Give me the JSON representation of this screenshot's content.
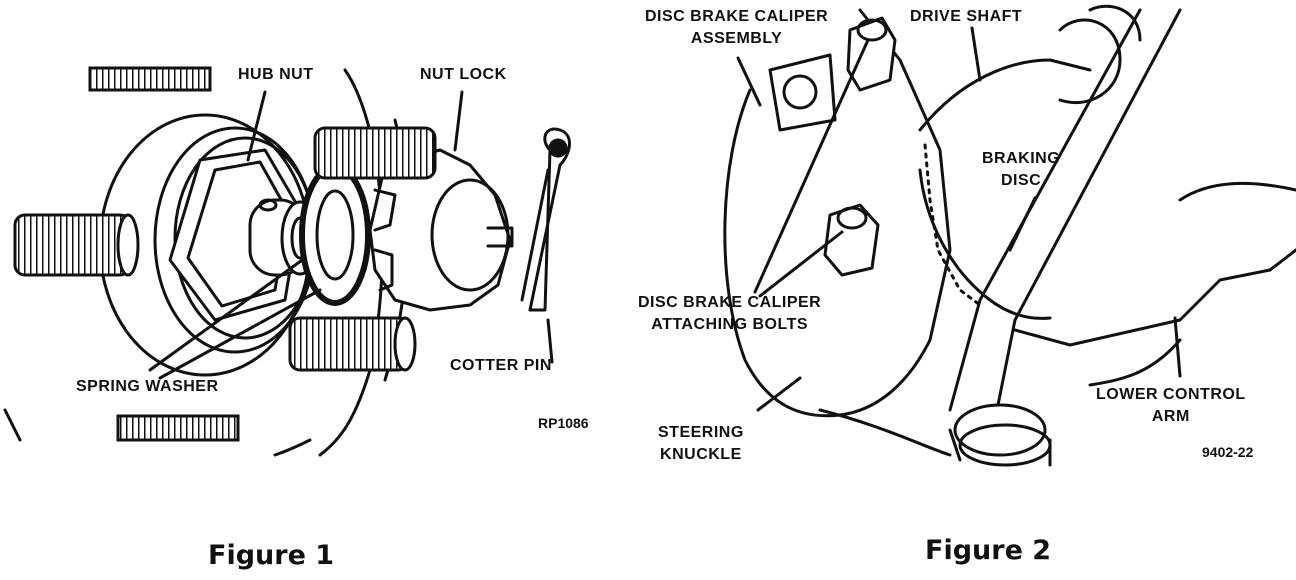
{
  "figure1": {
    "caption": "Figure 1",
    "code": "RP1086",
    "labels": {
      "hub_nut": "HUB NUT",
      "nut_lock": "NUT LOCK",
      "spring_washer": "SPRING WASHER",
      "cotter_pin": "COTTER PIN"
    }
  },
  "figure2": {
    "caption": "Figure 2",
    "code": "9402-22",
    "labels": {
      "caliper_assembly_line1": "DISC BRAKE CALIPER",
      "caliper_assembly_line2": "ASSEMBLY",
      "drive_shaft": "DRIVE SHAFT",
      "braking_disc_line1": "BRAKING",
      "braking_disc_line2": "DISC",
      "caliper_bolts_line1": "DISC BRAKE CALIPER",
      "caliper_bolts_line2": "ATTACHING BOLTS",
      "steering_knuckle_line1": "STEERING",
      "steering_knuckle_line2": "KNUCKLE",
      "lower_control_arm_line1": "LOWER CONTROL",
      "lower_control_arm_line2": "ARM"
    }
  }
}
